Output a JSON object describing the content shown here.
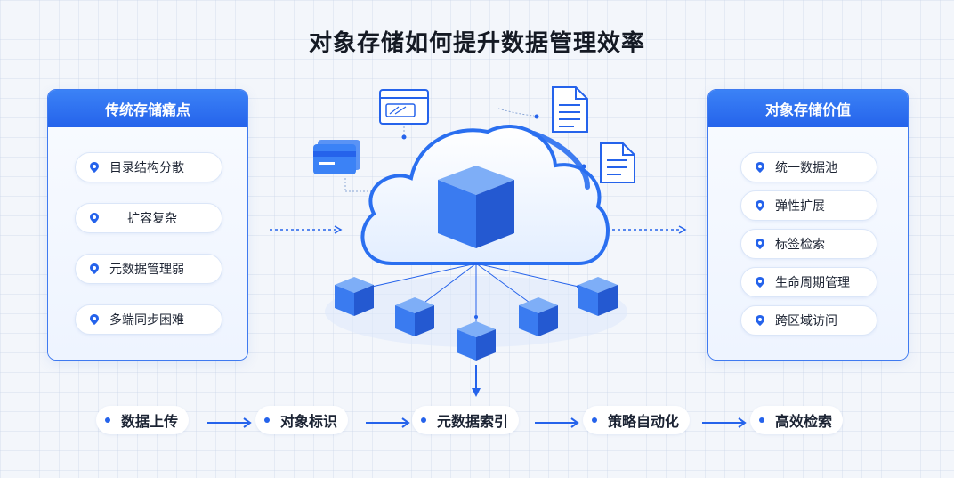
{
  "title": "对象存储如何提升数据管理效率",
  "left_panel": {
    "header": "传统存储痛点",
    "items": [
      "目录结构分散",
      "扩容复杂",
      "元数据管理弱",
      "多端同步困难"
    ]
  },
  "right_panel": {
    "header": "对象存储价值",
    "items": [
      "统一数据池",
      "弹性扩展",
      "标签检索",
      "生命周期管理",
      "跨区域访问"
    ]
  },
  "flow": [
    "数据上传",
    "对象标识",
    "元数据索引",
    "策略自动化",
    "高效检索"
  ],
  "colors": {
    "accent": "#2563eb",
    "accent_light": "#3b82f6",
    "cube_front": "#3a7bf0",
    "cube_top": "#7eaef7",
    "cube_side": "#2459d1"
  }
}
